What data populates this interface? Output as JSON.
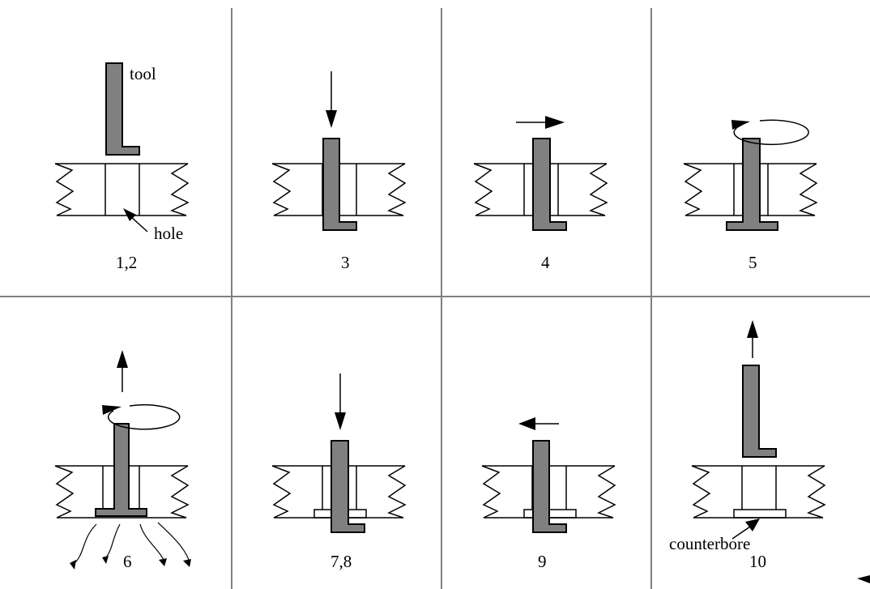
{
  "panels": [
    {
      "step": "1,2"
    },
    {
      "step": "3"
    },
    {
      "step": "4"
    },
    {
      "step": "5"
    },
    {
      "step": "6"
    },
    {
      "step": "7,8"
    },
    {
      "step": "9"
    },
    {
      "step": "10"
    }
  ],
  "labels": {
    "tool": "tool",
    "hole": "hole",
    "counterbore": "counterbore"
  },
  "colors": {
    "tool_fill": "#808080",
    "grid_lines": "#808080",
    "outline": "#000000",
    "background": "#ffffff"
  }
}
